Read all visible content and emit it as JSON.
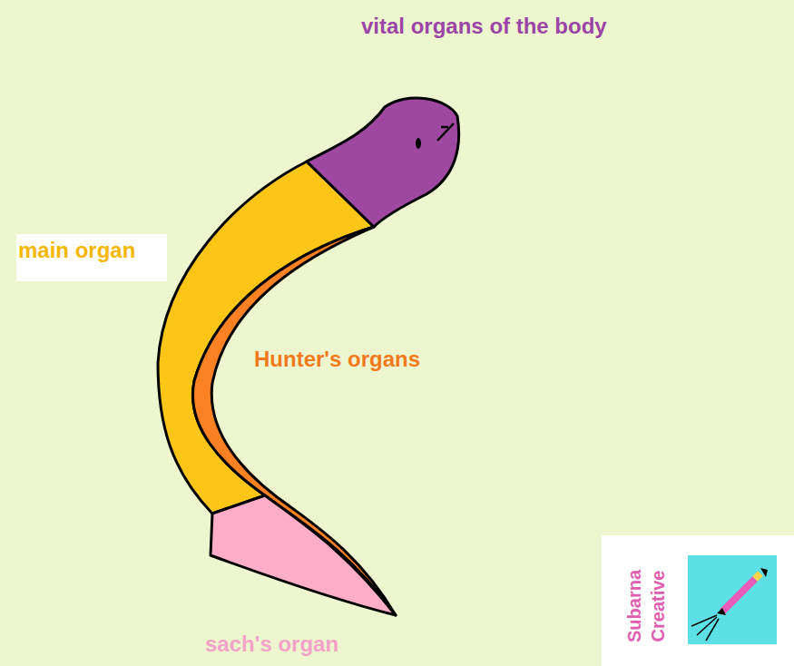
{
  "diagram": {
    "labels": [
      "vital organs of the body",
      "main organ",
      "Hunter's organs",
      "sach's organ",
      "Subarna Creative"
    ]
  }
}
